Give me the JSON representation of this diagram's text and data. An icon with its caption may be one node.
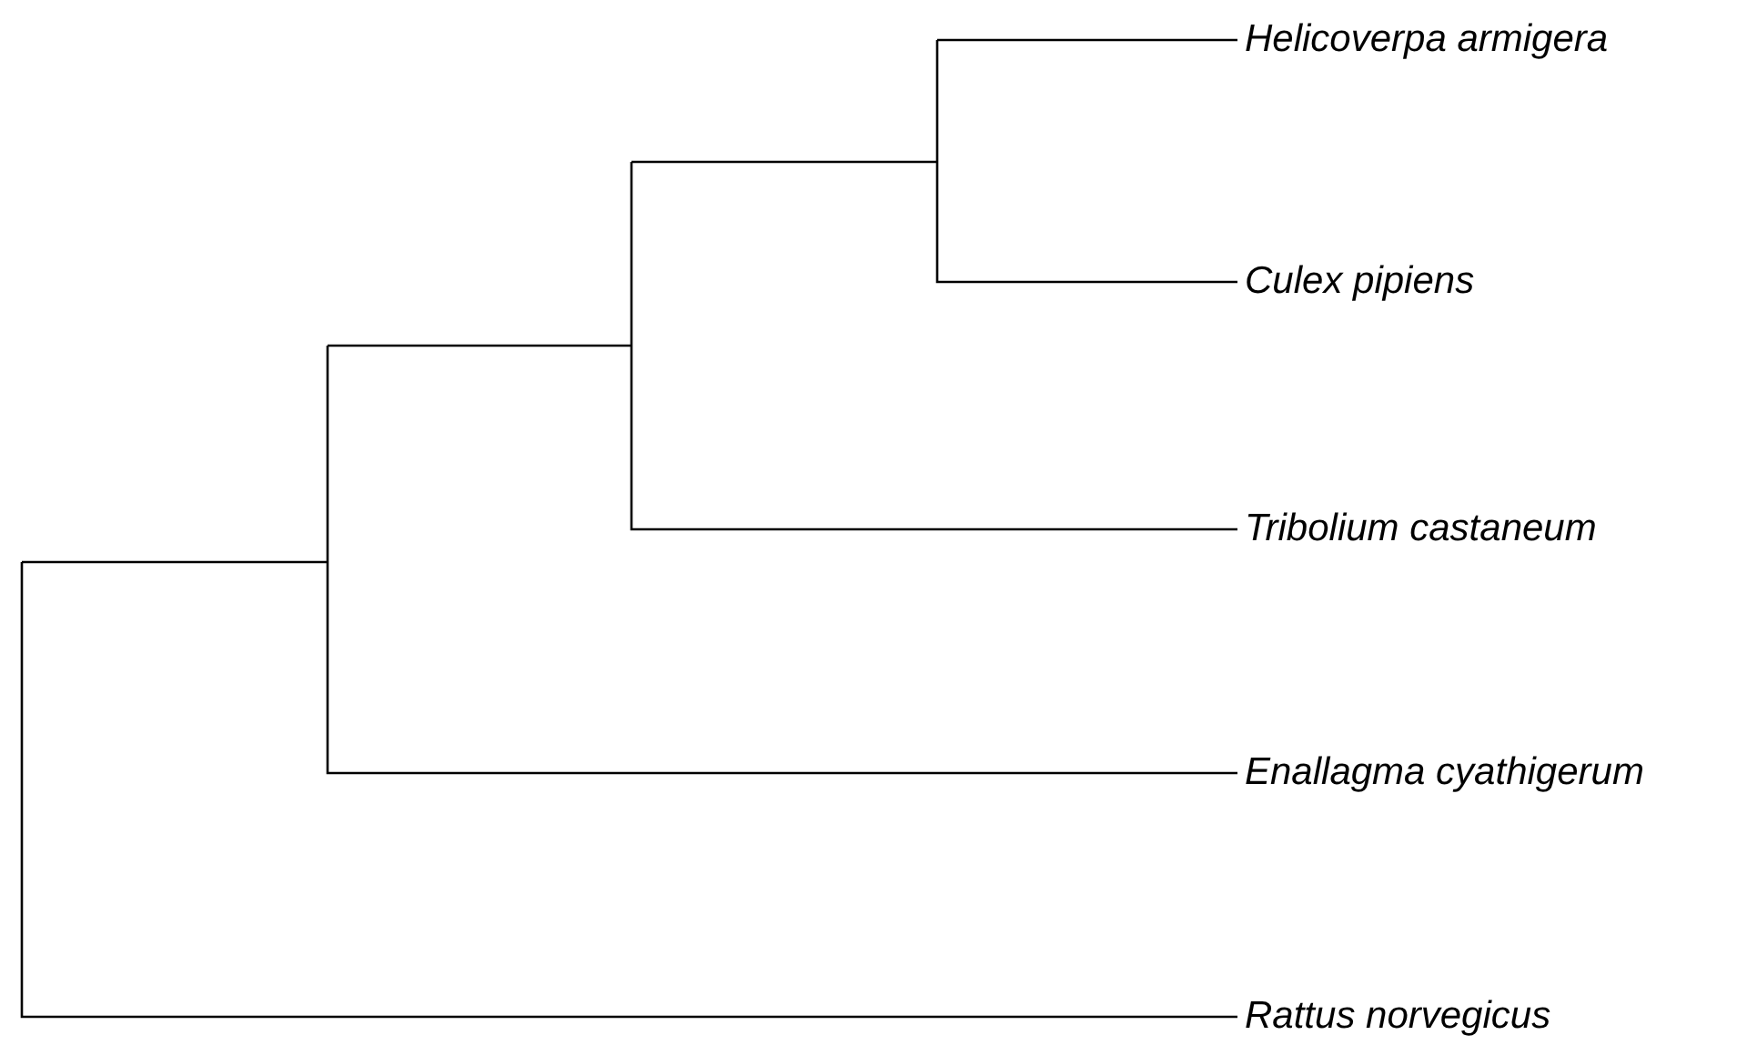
{
  "diagram": {
    "labels": [
      "Helicoverpa armigera",
      "Culex pipiens",
      "Tribolium castaneum",
      "Enallagma cyathigerum",
      "Rattus norvegicus"
    ]
  }
}
